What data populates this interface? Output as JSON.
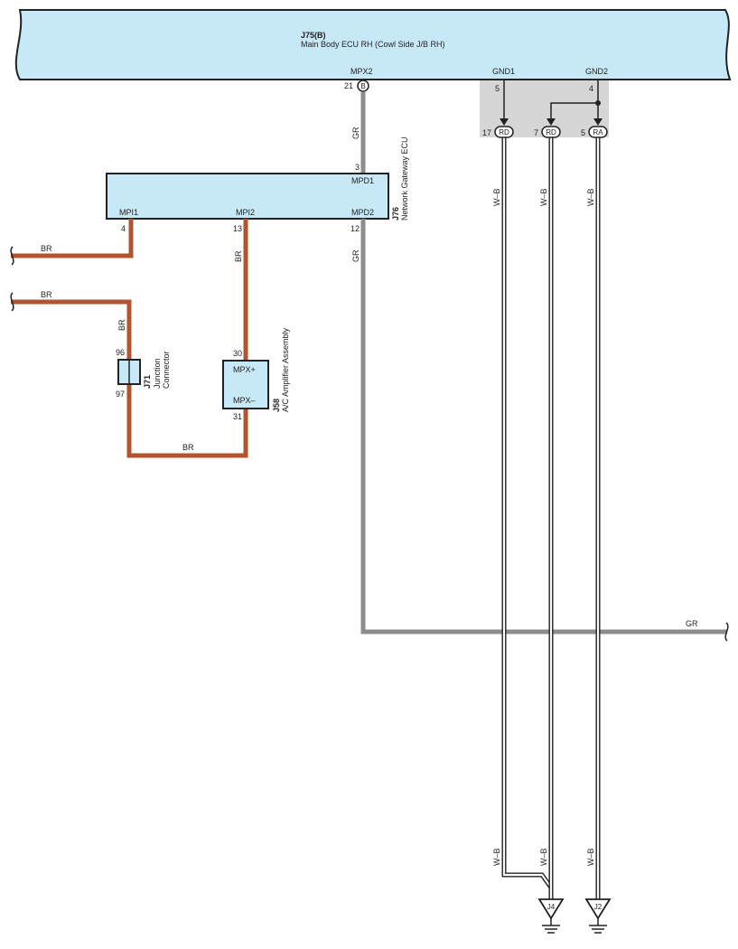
{
  "colors": {
    "ecu_fill": "#c7e8f7",
    "wire_br": "#b4542e",
    "wire_gr": "#8c8c8c",
    "shade": "#d6d6d6",
    "outline": "#222222"
  },
  "main_ecu": {
    "code": "J75(B)",
    "name": "Main Body ECU RH (Cowl Side J/B RH)",
    "terminals": {
      "mpx2": {
        "name": "MPX2",
        "pin": "21",
        "conn": "B"
      },
      "gnd1": {
        "name": "GND1",
        "pin": "5",
        "conn_pin": "17",
        "conn": "RD"
      },
      "gnd_mid": {
        "conn_pin": "7",
        "conn": "RD"
      },
      "gnd2": {
        "name": "GND2",
        "pin": "4",
        "conn_pin": "5",
        "conn": "RA"
      }
    }
  },
  "gateway": {
    "code": "J76",
    "name": "Network Gateway ECU",
    "mpd1": {
      "name": "MPD1",
      "pin": "3"
    },
    "mpd2": {
      "name": "MPD2",
      "pin": "12"
    },
    "mpi1": {
      "name": "MPI1",
      "pin": "4"
    },
    "mpi2": {
      "name": "MPI2",
      "pin": "13"
    }
  },
  "junction": {
    "code": "J71",
    "name_line1": "Junction",
    "name_line2": "Connector",
    "pin_top": "96",
    "pin_bottom": "97"
  },
  "ac_amp": {
    "code": "J58",
    "name": "A/C Amplifier Assembly",
    "mpx_plus": "MPX+",
    "mpx_minus": "MPX–",
    "pin_top": "30",
    "pin_bottom": "31"
  },
  "wires": {
    "br": "BR",
    "gr": "GR",
    "wb": "W–B"
  },
  "grounds": {
    "j4": "J4",
    "j2": "J2"
  }
}
